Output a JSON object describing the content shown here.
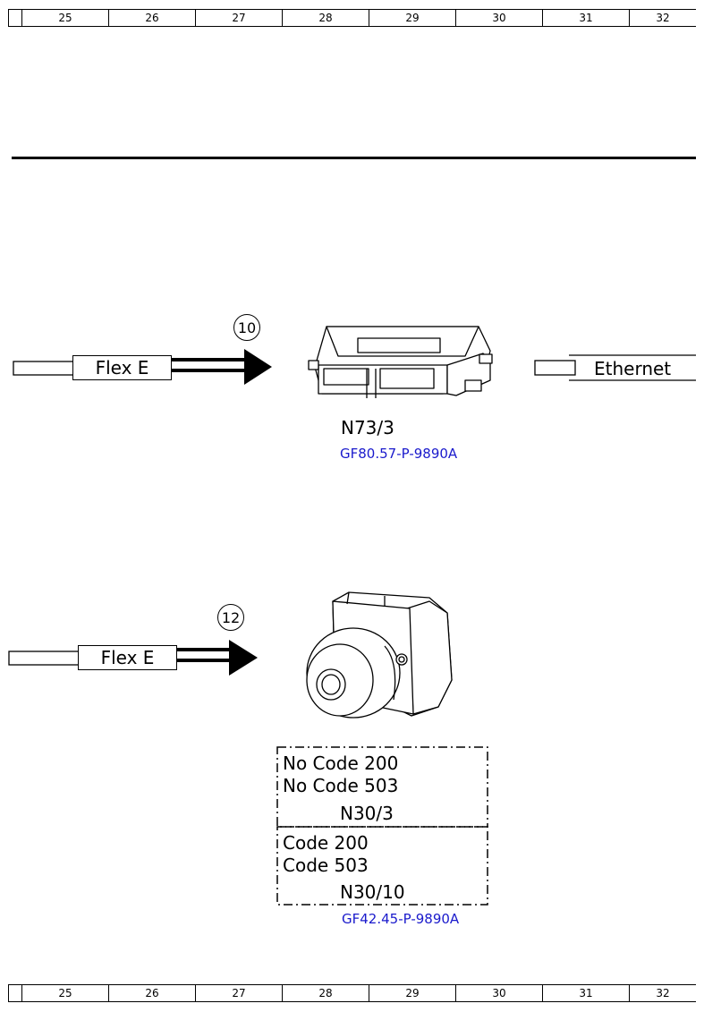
{
  "ruler": {
    "columns": [
      "25",
      "26",
      "27",
      "28",
      "29",
      "30",
      "31",
      "32"
    ]
  },
  "diagram": {
    "upper": {
      "cable_left_label": "Flex E",
      "callout": "10",
      "component_label": "N73/3",
      "reference": "GF80.57-P-9890A",
      "cable_right_label": "Ethernet"
    },
    "lower": {
      "cable_left_label": "Flex E",
      "callout": "12",
      "variant_a": {
        "line1": "No Code 200",
        "line2": "No Code 503",
        "component": "N30/3"
      },
      "variant_b": {
        "line1": "Code 200",
        "line2": "Code 503",
        "component": "N30/10"
      },
      "reference": "GF42.45-P-9890A"
    }
  }
}
